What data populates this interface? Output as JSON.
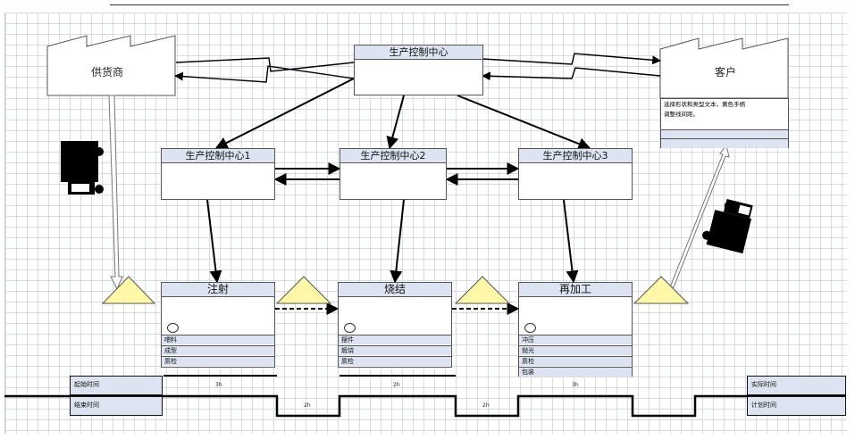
{
  "supplier": {
    "label": "供货商"
  },
  "customer": {
    "label": "客户",
    "note_line1": "选择形状和类型文本，黄色手柄",
    "note_line2": "调整线间距。"
  },
  "control_center": {
    "label": "生产控制中心"
  },
  "centers": [
    {
      "label": "生产控制中心1"
    },
    {
      "label": "生产控制中心2"
    },
    {
      "label": "生产控制中心3"
    }
  ],
  "processes": [
    {
      "label": "注射",
      "rows": [
        "喂料",
        "成型",
        "质检"
      ],
      "time": "3h"
    },
    {
      "label": "烧结",
      "rows": [
        "摆件",
        "煅烧",
        "质检"
      ],
      "time": "2h"
    },
    {
      "label": "再加工",
      "rows": [
        "冲压",
        "抛光",
        "质检",
        "包装"
      ],
      "time": "3h"
    }
  ],
  "timeline": {
    "start_time": "起始时间",
    "end_time": "结束时间",
    "actual_time": "实际时间",
    "planned_time": "计划时间",
    "wait1": "2h",
    "wait2": "2h"
  },
  "colors": {
    "header_fill": "#dde3f0",
    "triangle_fill": "#fff8a8",
    "truck": "#000000"
  }
}
